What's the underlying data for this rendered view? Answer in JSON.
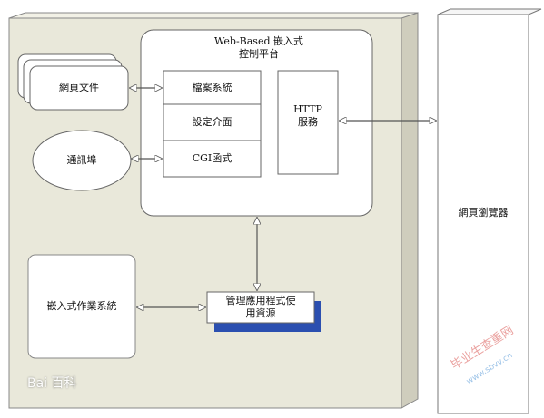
{
  "diagram": {
    "platform_title_line1": "Web-Based 嵌入式",
    "platform_title_line2": "控制平台",
    "web_page_files": "網頁文件",
    "comm_port": "通訊埠",
    "file_system": "檔案系統",
    "settings_interface": "設定介面",
    "cgi_functions": "CGI函式",
    "http_service_line1": "HTTP",
    "http_service_line2": "服務",
    "web_browser": "網頁瀏覽器",
    "embedded_os": "嵌入式作業系統",
    "resource_mgmt_line1": "管理應用程式使",
    "resource_mgmt_line2": "用資源"
  },
  "watermarks": {
    "baidu": "Bai 百科",
    "site": "毕业生查重网",
    "site_url": "www.sbvv.cn"
  },
  "colors": {
    "outer_panel": "#e9e8da",
    "box_fill": "#ffffff",
    "stroke": "#555555",
    "shadow": "#2b4fb0"
  }
}
